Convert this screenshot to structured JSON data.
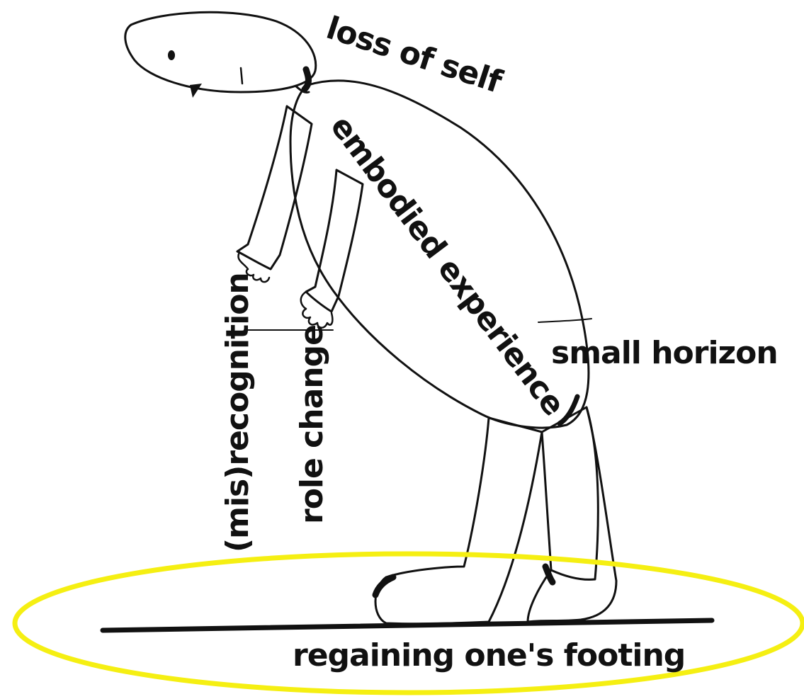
{
  "labels": {
    "loss_of_self": "loss of self",
    "embodied_experience": "embodied experience",
    "small_horizon": "small horizon",
    "misrecognition": "(mis)recognition",
    "role_change": "role change",
    "regaining_footing": "regaining one's footing"
  },
  "colors": {
    "ink": "#111111",
    "highlight": "#f5ef12",
    "background": "#ffffff"
  }
}
